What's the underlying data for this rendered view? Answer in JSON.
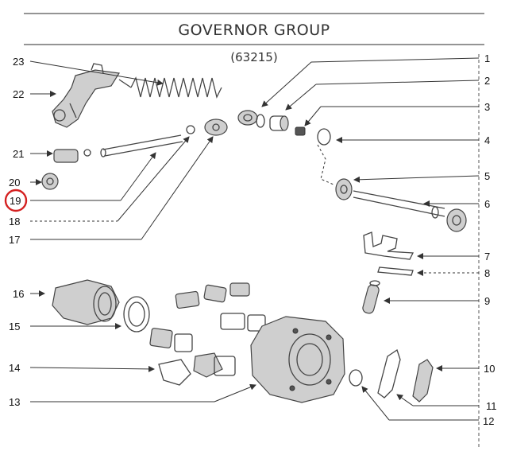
{
  "header": {
    "title": "GOVERNOR GROUP",
    "code": "(63215)"
  },
  "callouts": {
    "n1": "1",
    "n2": "2",
    "n3": "3",
    "n4": "4",
    "n5": "5",
    "n6": "6",
    "n7": "7",
    "n8": "8",
    "n9": "9",
    "n10": "10",
    "n11": "11",
    "n12": "12",
    "n13": "13",
    "n14": "14",
    "n15": "15",
    "n16": "16",
    "n17": "17",
    "n18": "18",
    "n19": "19",
    "n20": "20",
    "n21": "21",
    "n22": "22",
    "n23": "23"
  },
  "highlight": {
    "callout": "19",
    "color": "#d42020"
  }
}
